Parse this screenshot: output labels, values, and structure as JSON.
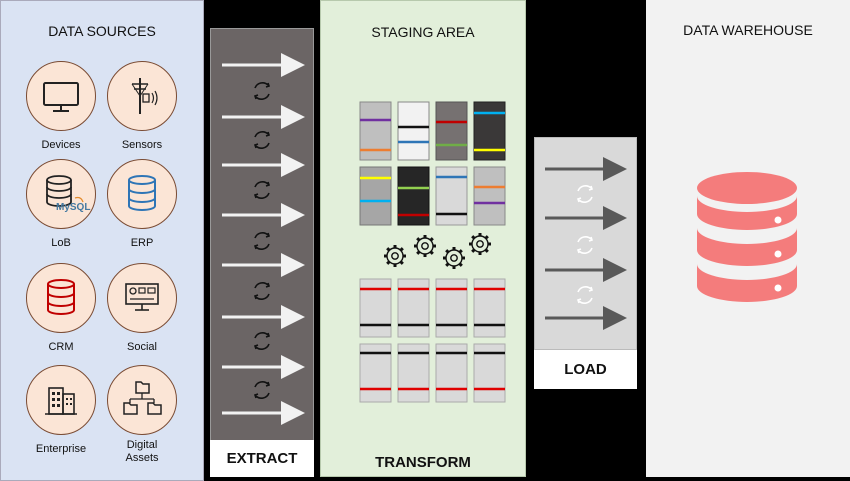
{
  "sources": {
    "title": "DATA SOURCES",
    "items": [
      {
        "label": "Devices",
        "icon": "monitor-icon"
      },
      {
        "label": "Sensors",
        "icon": "sensor-pole-icon"
      },
      {
        "label": "LoB",
        "icon": "mysql-database-icon",
        "logo_text": "MySQL"
      },
      {
        "label": "ERP",
        "icon": "database-icon"
      },
      {
        "label": "CRM",
        "icon": "database-icon"
      },
      {
        "label": "Social",
        "icon": "social-dashboard-icon"
      },
      {
        "label": "Enterprise",
        "icon": "office-building-icon"
      },
      {
        "label": "Digital\nAssets",
        "icon": "folder-tree-icon"
      }
    ]
  },
  "extract": {
    "label": "EXTRACT"
  },
  "staging": {
    "title": "STAGING AREA",
    "label": "TRANSFORM"
  },
  "load": {
    "label": "LOAD"
  },
  "warehouse": {
    "title": "DATA WAREHOUSE"
  },
  "colors": {
    "sources_bg": "#dae3f3",
    "staging_bg": "#e2efda",
    "extract_bg": "#6b6565",
    "load_bg": "#d9d9d9",
    "warehouse_bg": "#f2f2f2",
    "db_red": "#f47c7c",
    "circle_fill": "#fbe5d6"
  }
}
